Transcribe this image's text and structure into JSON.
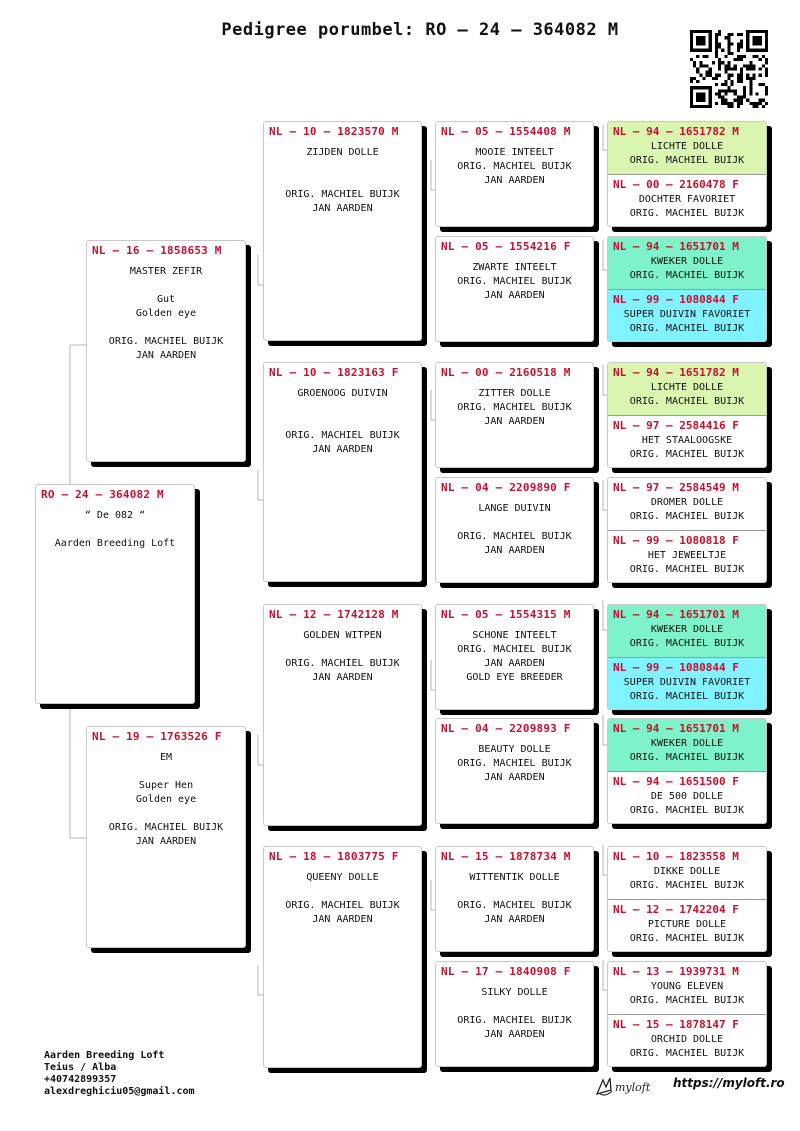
{
  "title": "Pedigree porumbel: RO – 24 – 364082 M",
  "subject": {
    "ring": "RO – 24 – 364082 M",
    "lines": [
      "“ De 082 “",
      "",
      "Aarden Breeding Loft"
    ]
  },
  "parents": [
    {
      "ring": "NL – 16 – 1858653 M",
      "lines": [
        "MASTER ZEFIR",
        "",
        "Gut",
        "Golden eye",
        "",
        "ORIG. MACHIEL BUIJK",
        "JAN AARDEN"
      ]
    },
    {
      "ring": "NL – 19 – 1763526 F",
      "lines": [
        "EM",
        "",
        "Super Hen",
        "Golden eye",
        "",
        "ORIG. MACHIEL BUIJK",
        "JAN AARDEN"
      ]
    }
  ],
  "gen2": [
    {
      "ring": "NL – 10 – 1823570 M",
      "lines": [
        "ZIJDEN DOLLE",
        "",
        "",
        "ORIG. MACHIEL BUIJK",
        "JAN AARDEN"
      ]
    },
    {
      "ring": "NL – 10 – 1823163 F",
      "lines": [
        "GROENOOG DUIVIN",
        "",
        "",
        "ORIG. MACHIEL BUIJK",
        "JAN AARDEN"
      ]
    },
    {
      "ring": "NL – 12 – 1742128 M",
      "lines": [
        "GOLDEN WITPEN",
        "",
        "ORIG. MACHIEL BUIJK",
        "JAN AARDEN"
      ]
    },
    {
      "ring": "NL – 18 – 1803775 F",
      "lines": [
        "QUEENY DOLLE",
        "",
        "ORIG. MACHIEL BUIJK",
        "JAN AARDEN"
      ]
    }
  ],
  "gen3": [
    {
      "ring": "NL – 05 – 1554408 M",
      "lines": [
        "MOOIE INTEELT",
        "ORIG. MACHIEL BUIJK",
        "JAN AARDEN"
      ]
    },
    {
      "ring": "NL – 05 – 1554216 F",
      "lines": [
        "ZWARTE INTEELT",
        "ORIG. MACHIEL BUIJK",
        "JAN AARDEN"
      ]
    },
    {
      "ring": "NL – 00 – 2160518 M",
      "lines": [
        "ZITTER DOLLE",
        "ORIG. MACHIEL BUIJK",
        "JAN AARDEN"
      ]
    },
    {
      "ring": "NL – 04 – 2209890 F",
      "lines": [
        "LANGE DUIVIN",
        "",
        "ORIG. MACHIEL BUIJK",
        "JAN AARDEN"
      ]
    },
    {
      "ring": "NL – 05 – 1554315 M",
      "lines": [
        "SCHONE INTEELT",
        "ORIG. MACHIEL BUIJK",
        "JAN AARDEN",
        "GOLD EYE BREEDER"
      ]
    },
    {
      "ring": "NL – 04 – 2209893 F",
      "lines": [
        "BEAUTY DOLLE",
        "ORIG. MACHIEL BUIJK",
        "JAN AARDEN"
      ]
    },
    {
      "ring": "NL – 15 – 1878734 M",
      "lines": [
        "WITTENTIK DOLLE",
        "",
        "ORIG. MACHIEL BUIJK",
        "JAN AARDEN"
      ]
    },
    {
      "ring": "NL – 17 – 1840908 F",
      "lines": [
        "SILKY DOLLE",
        "",
        "ORIG. MACHIEL BUIJK",
        "JAN AARDEN"
      ]
    }
  ],
  "gen4": [
    {
      "ring": "NL – 94 – 1651782 M",
      "lines": [
        "LICHTE DOLLE",
        "ORIG. MACHIEL BUIJK"
      ],
      "bg": "#d9f5b0"
    },
    {
      "ring": "NL – 00 – 2160478 F",
      "lines": [
        "DOCHTER FAVORIET",
        "ORIG. MACHIEL BUIJK"
      ],
      "bg": "#ffffff"
    },
    {
      "ring": "NL – 94 – 1651701 M",
      "lines": [
        "KWEKER DOLLE",
        "ORIG. MACHIEL BUIJK"
      ],
      "bg": "#7ef2c8"
    },
    {
      "ring": "NL – 99 – 1080844 F",
      "lines": [
        "SUPER DUIVIN FAVORIET",
        "ORIG. MACHIEL BUIJK"
      ],
      "bg": "#7ff3ff"
    },
    {
      "ring": "NL – 94 – 1651782 M",
      "lines": [
        "LICHTE DOLLE",
        "ORIG. MACHIEL BUIJK"
      ],
      "bg": "#d9f5b0"
    },
    {
      "ring": "NL – 97 – 2584416 F",
      "lines": [
        "HET STAALOOGSKE",
        "ORIG. MACHIEL BUIJK"
      ],
      "bg": "#ffffff"
    },
    {
      "ring": "NL – 97 – 2584549 M",
      "lines": [
        "DROMER DOLLE",
        "ORIG. MACHIEL BUIJK"
      ],
      "bg": "#ffffff"
    },
    {
      "ring": "NL – 99 – 1080818 F",
      "lines": [
        "HET JEWEELTJE",
        "ORIG. MACHIEL BUIJK"
      ],
      "bg": "#ffffff"
    },
    {
      "ring": "NL – 94 – 1651701 M",
      "lines": [
        "KWEKER DOLLE",
        "ORIG. MACHIEL BUIJK"
      ],
      "bg": "#7ef2c8"
    },
    {
      "ring": "NL – 99 – 1080844 F",
      "lines": [
        "SUPER DUIVIN FAVORIET",
        "ORIG. MACHIEL BUIJK"
      ],
      "bg": "#7ff3ff"
    },
    {
      "ring": "NL – 94 – 1651701 M",
      "lines": [
        "KWEKER DOLLE",
        "ORIG. MACHIEL BUIJK"
      ],
      "bg": "#7ef2c8"
    },
    {
      "ring": "NL – 94 – 1651500 F",
      "lines": [
        "DE 500 DOLLE",
        "ORIG. MACHIEL BUIJK"
      ],
      "bg": "#ffffff"
    },
    {
      "ring": "NL – 10 – 1823558 M",
      "lines": [
        "DIKKE DOLLE",
        "ORIG. MACHIEL BUIJK"
      ],
      "bg": "#ffffff"
    },
    {
      "ring": "NL – 12 – 1742204 F",
      "lines": [
        "PICTURE DOLLE",
        "ORIG. MACHIEL BUIJK"
      ],
      "bg": "#ffffff"
    },
    {
      "ring": "NL – 13 – 1939731 M",
      "lines": [
        "YOUNG ELEVEN",
        "ORIG. MACHIEL BUIJK"
      ],
      "bg": "#ffffff"
    },
    {
      "ring": "NL – 15 – 1878147 F",
      "lines": [
        "ORCHID DOLLE",
        "ORIG. MACHIEL BUIJK"
      ],
      "bg": "#ffffff"
    }
  ],
  "footer": {
    "lines": [
      "Aarden Breeding Loft",
      "Teius / Alba",
      "+40742899357",
      "alexdreghiciu05@gmail.com"
    ],
    "brand": "myloft",
    "url": "https://myloft.ro"
  },
  "icons": {
    "qr": "qr-code-icon",
    "logo": "pigeon-logo-icon"
  }
}
